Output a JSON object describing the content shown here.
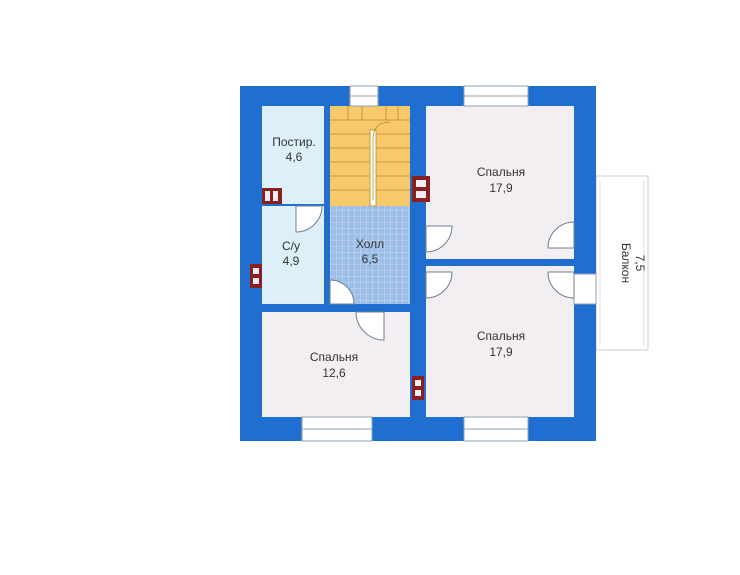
{
  "colors": {
    "wall": "#1f6fd1",
    "room_pink": "#f3eef1",
    "room_blue": "#ddeff8",
    "stair": "#f7c96a",
    "balcony": "#ffffff",
    "window": "#ffffff",
    "chimney": "#8a1f1f"
  },
  "rooms": [
    {
      "id": "postir",
      "name": "Постир.",
      "area": "4,6"
    },
    {
      "id": "su",
      "name": "С/у",
      "area": "4,9"
    },
    {
      "id": "holl",
      "name": "Холл",
      "area": "6,5"
    },
    {
      "id": "bed_top_right",
      "name": "Спальня",
      "area": "17,9"
    },
    {
      "id": "bed_bottom_right",
      "name": "Спальня",
      "area": "17,9"
    },
    {
      "id": "bed_bottom_left",
      "name": "Спальня",
      "area": "12,6"
    },
    {
      "id": "balcony",
      "name": "Балкон",
      "area": "7,5"
    }
  ]
}
